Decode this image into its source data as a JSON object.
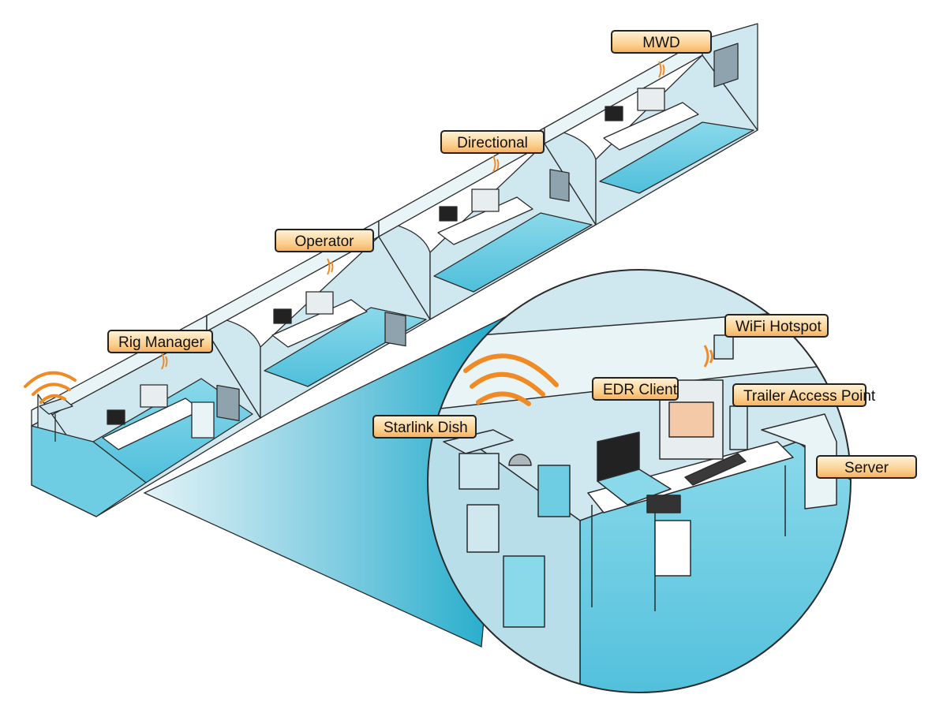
{
  "labels": {
    "mwd": "MWD",
    "directional": "Directional",
    "operator": "Operator",
    "rig_manager": "Rig Manager",
    "wifi_hotspot": "WiFi Hotspot",
    "edr_client": "EDR Client",
    "trailer_access_point": "Trailer Access Point",
    "starlink_dish": "Starlink Dish",
    "server": "Server"
  },
  "colors": {
    "floor": "#6fcde3",
    "wall": "#cfe7ee",
    "wall_dark": "#a9d3df",
    "outline": "#2b2b2b",
    "signal": "#f08a24",
    "label_fill": "#fbcf8e",
    "callout_cone": "#2fb3cf"
  }
}
